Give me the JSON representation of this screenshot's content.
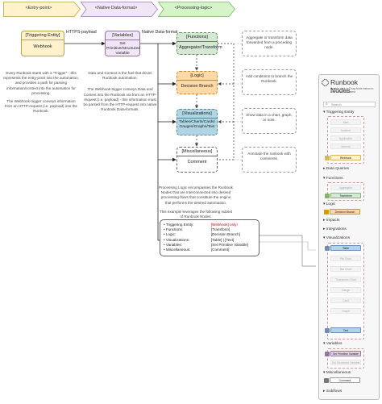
{
  "colors": {
    "entry_fill": "#fff2cc",
    "entry_stroke": "#d6b656",
    "functions_fill": "#d5e8d4",
    "logic_fill": "#ffd9a6",
    "visualizations_fill": "#b0d6e3",
    "misc_fill": "#ffffff",
    "native_fill": "#f0e6f6",
    "chevron_fill": "#d5f5c8",
    "variables_fill": "#e1d5e7",
    "highlight_red": "#cc0000"
  },
  "chevrons": [
    "<Entry-point>",
    "<Native Data-format>",
    "<Processing-logic>"
  ],
  "edge_labels": {
    "https_payload": "HTTPS-payload",
    "native_data_format": "Native Data-format"
  },
  "nodes": {
    "trigger": {
      "header": "[Triggering Entity]",
      "body": "Webhook"
    },
    "variables": {
      "header": "[Variables]",
      "body": "Set Primitive/Structured Variable"
    },
    "functions": {
      "header": "[Functions]",
      "body": "Aggregator/Transform"
    },
    "logic": {
      "header": "[Logic]",
      "body": "Decision Branch"
    },
    "visualizations": {
      "header": "[Visualizations]",
      "body": "Tables/Charts/Cards/ Gauges/Graphs/Text"
    },
    "misc": {
      "header": "[Miscellaneous]",
      "body": "Comment"
    }
  },
  "notes": {
    "entry_desc": "Every Runbook starts with a \"Trigger\" - this represents the entry-point into the automation, and provides a path for passing information/context into the automation for processing.",
    "entry_desc2": "The Webhook-trigger conveys information from an HTTP-request (i.e. payload) into the Runbook.",
    "native_desc": "Data and Context is the fuel that drives Runbook automation.",
    "native_desc2": "The Webhook-trigger conveys Data and Context into the Runbook via from an HTTP-request (i.e. payload) - this information must be parsed from the HTTP-request into native Runbook Data-formats.",
    "functions_side": "Aggregate or transform data forwarded from a preceding node.",
    "logic_side": "Add conditions to branch the Runbook.",
    "viz_side": "Show data in a chart, graph, or note.",
    "misc_side": "Annotate the runbook with comments.",
    "processing_desc": "Processing Logic encompasses the Runbook Nodes that are interconnected into desired processing-flows that constitute the engine that performs the desired automation.",
    "processing_desc2": "This example leverages the following subset of Runbook Nodes:",
    "list": [
      {
        "k": "Triggering Entity:",
        "v": "[Webhook] only!",
        "red": true
      },
      {
        "k": "Functions:",
        "v": "[Transform]",
        "red": false
      },
      {
        "k": "Logic:",
        "v": "[Decision Branch]",
        "red": false
      },
      {
        "k": "Visualizations:",
        "v": "[Table] | [Text]",
        "red": false
      },
      {
        "k": "Variables:",
        "v": "[Set Primitive Variable]",
        "red": false
      },
      {
        "k": "Miscellaneous:",
        "v": "[Comment]",
        "red": false
      }
    ]
  },
  "panel": {
    "title": "Runbook Nodes",
    "subtitle": "Double-click or Drag Node below to add to the work area",
    "search_placeholder": "Search",
    "sections": {
      "triggering": "Triggering Entity",
      "data_queries": "Data Queries",
      "functions": "Functions",
      "logic": "Logic",
      "impacts": "Impacts",
      "integrations": "Integrations",
      "visualizations": "Visualizations",
      "variables": "Variables",
      "misc": "Miscellaneous",
      "subflows": "Subflows"
    },
    "trigger_items": [
      "Alert",
      "Incident",
      "Application",
      "Interval",
      "Webhook"
    ],
    "function_items": [
      "Aggregator",
      "Transform"
    ],
    "logic_items": [
      "Decision Branch"
    ],
    "viz_items": [
      "Table",
      "Pie Chart",
      "Bar Chart",
      "Timeseries Chart",
      "Gauge",
      "Card",
      "Graph",
      "Text"
    ],
    "variable_items": [
      "Set Primitive Variable",
      "Set Structured Variable"
    ],
    "misc_items": [
      "Comment"
    ]
  }
}
